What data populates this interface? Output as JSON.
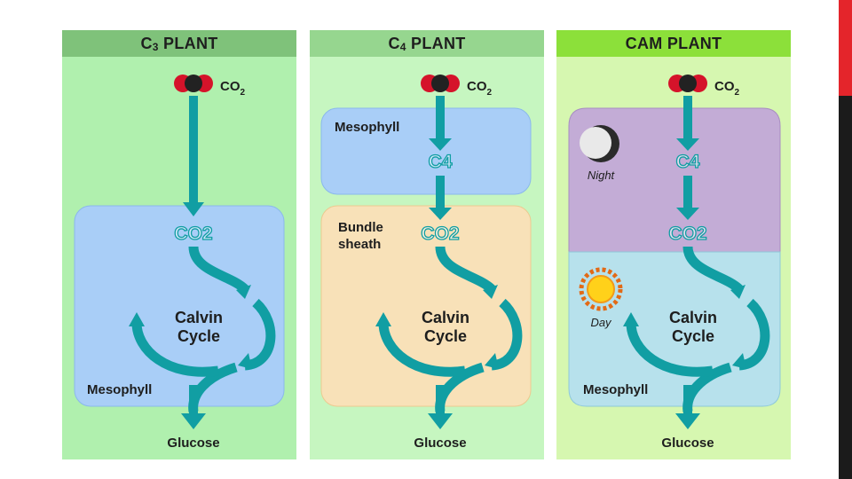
{
  "panels": [
    {
      "title_pre": "C",
      "title_sub": "3",
      "title_post": " PLANT",
      "co2_label": "CO",
      "co2_sub": "2",
      "mid_label": "",
      "box_label": "CO2",
      "cycle_line1": "Calvin",
      "cycle_line2": "Cycle",
      "region_label": "Mesophyll",
      "output_label": "Glucose"
    },
    {
      "title_pre": "C",
      "title_sub": "4",
      "title_post": " PLANT",
      "co2_label": "CO",
      "co2_sub": "2",
      "top_region_label": "Mesophyll",
      "mid_label": "C4",
      "box_label": "CO2",
      "region_label_line1": "Bundle",
      "region_label_line2": "sheath",
      "cycle_line1": "Calvin",
      "cycle_line2": "Cycle",
      "output_label": "Glucose"
    },
    {
      "title": "CAM PLANT",
      "co2_label": "CO",
      "co2_sub": "2",
      "night_label": "Night",
      "day_label": "Day",
      "mid_label": "C4",
      "box_label": "CO2",
      "cycle_line1": "Calvin",
      "cycle_line2": "Cycle",
      "region_label": "Mesophyll",
      "output_label": "Glucose"
    }
  ],
  "colors": {
    "teal": "#119ea3",
    "mesophyll_blue": "#a9cef7",
    "bundle_sheath": "#f8e1b8",
    "night_purple": "#c3acd6",
    "day_blue": "#b7e1ec",
    "co2_red": "#d5132a",
    "co2_black": "#222222"
  }
}
